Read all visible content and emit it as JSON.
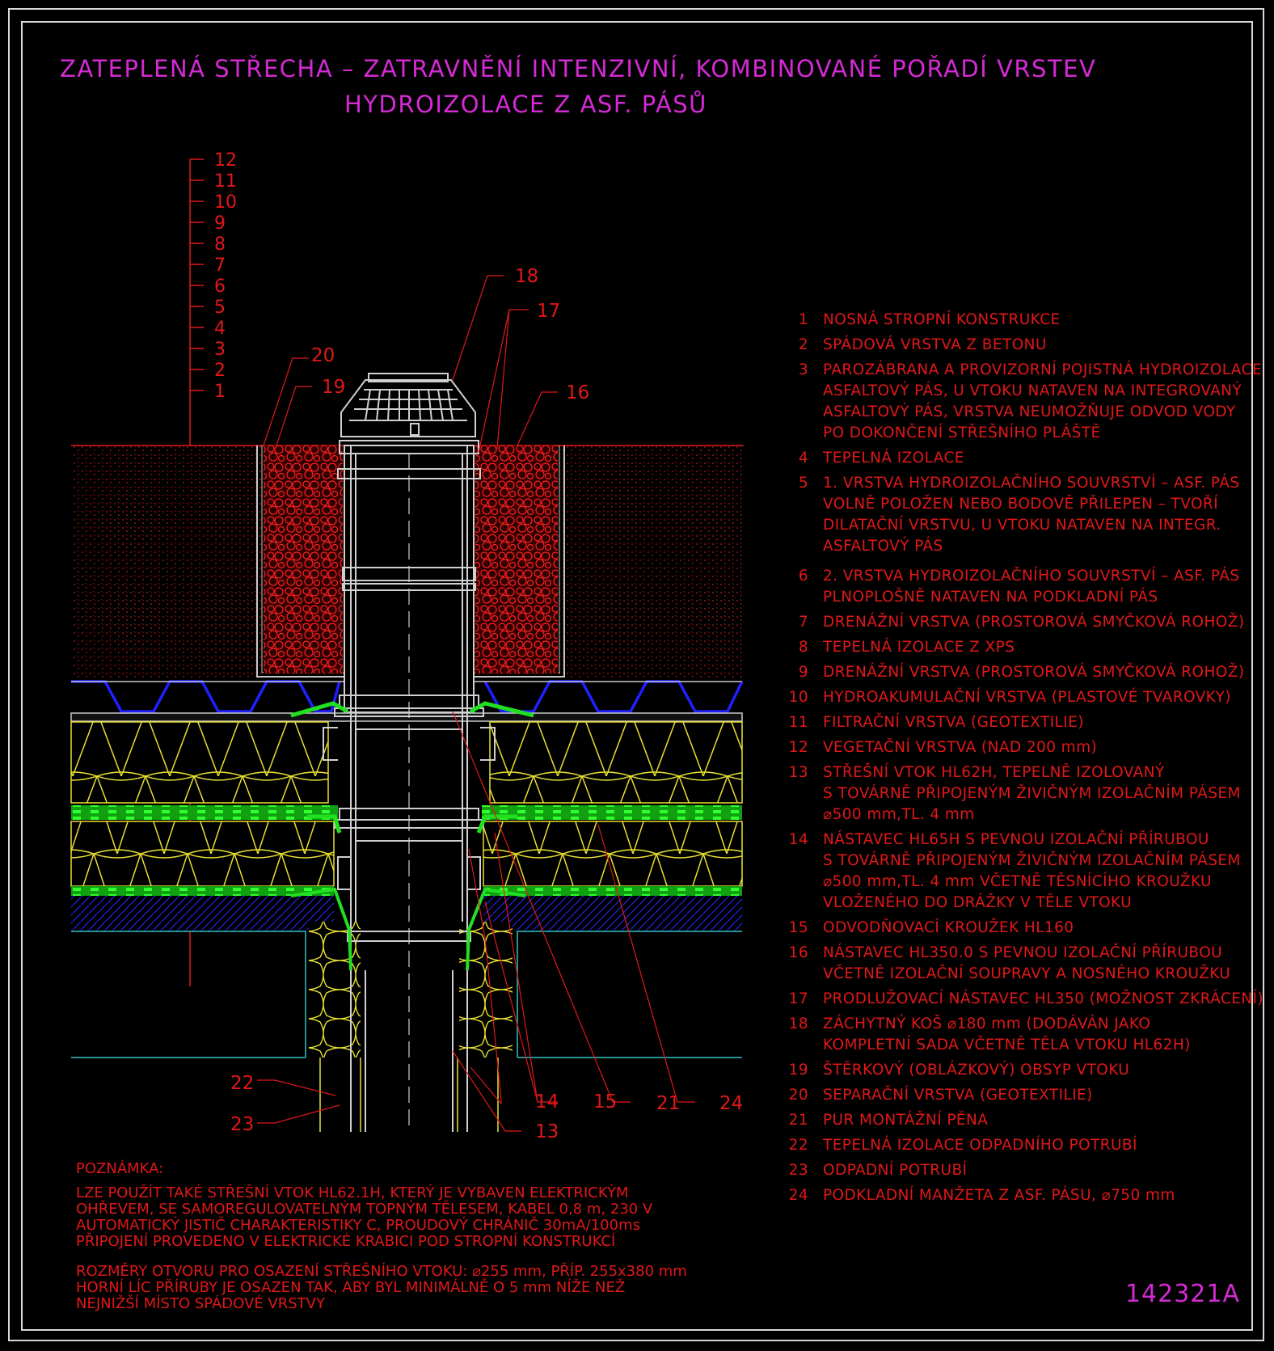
{
  "title_line1": "ZATEPLENÁ STŘECHA – ZATRAVNĚNÍ INTENZIVNÍ, KOMBINOVANÉ POŘADÍ VRSTEV",
  "title_line2": "HYDROIZOLACE Z ASF. PÁSŮ",
  "drawing_code": "142321A",
  "colors": {
    "title": "#d42ad4",
    "text": "#e01818",
    "frame": "#d8d8d8",
    "insulation": "#e8e030",
    "membrane": "#20e020",
    "drain_pipe": "#d0d0d0",
    "drainage_blue": "#2020ff",
    "cyan": "#30c0c0"
  },
  "scale_labels": [
    "12",
    "11",
    "10",
    "9",
    "8",
    "7",
    "6",
    "5",
    "4",
    "3",
    "2",
    "1"
  ],
  "callouts": {
    "c20": "20",
    "c19": "19",
    "c18": "18",
    "c17": "17",
    "c16": "16",
    "c22": "22",
    "c23": "23",
    "c14": "14",
    "c15": "15",
    "c21": "21",
    "c24": "24",
    "c13": "13"
  },
  "legend": [
    {
      "num": "1",
      "lines": [
        "NOSNÁ STROPNÍ KONSTRUKCE"
      ]
    },
    {
      "num": "2",
      "lines": [
        "SPÁDOVÁ VRSTVA Z BETONU"
      ]
    },
    {
      "num": "3",
      "lines": [
        "PAROZÁBRANA A PROVIZORNÍ POJISTNÁ HYDROIZOLACE",
        "ASFALTOVÝ PÁS, U VTOKU NATAVEN NA INTEGROVANÝ",
        "ASFALTOVÝ PÁS, VRSTVA NEUMOŽŇUJE ODVOD VODY",
        "PO DOKONČENÍ STŘEŠNÍHO PLÁŠTĚ"
      ]
    },
    {
      "num": "4",
      "lines": [
        "TEPELNÁ IZOLACE"
      ]
    },
    {
      "num": "5",
      "lines": [
        "1. VRSTVA HYDROIZOLAČNÍHO SOUVRSTVÍ – ASF. PÁS",
        "VOLNĚ POLOŽEN NEBO BODOVĚ PŘILEPEN – TVOŘÍ",
        "DILATAČNÍ VRSTVU, U VTOKU NATAVEN NA INTEGR.",
        "ASFALTOVÝ PÁS"
      ]
    },
    {
      "num": "6",
      "lines": [
        "2. VRSTVA HYDROIZOLAČNÍHO SOUVRSTVÍ – ASF. PÁS",
        "PLNOPLOŠNĚ NATAVEN NA PODKLADNÍ PÁS"
      ]
    },
    {
      "num": "7",
      "lines": [
        "DRENÁŽNÍ VRSTVA (PROSTOROVÁ SMYČKOVÁ ROHOŽ)"
      ]
    },
    {
      "num": "8",
      "lines": [
        "TEPELNÁ IZOLACE Z XPS"
      ]
    },
    {
      "num": "9",
      "lines": [
        "DRENÁŽNÍ VRSTVA (PROSTOROVÁ SMYČKOVÁ ROHOŽ)"
      ]
    },
    {
      "num": "10",
      "lines": [
        "HYDROAKUMULAČNÍ VRSTVA (PLASTOVÉ TVAROVKY)"
      ]
    },
    {
      "num": "11",
      "lines": [
        "FILTRAČNÍ VRSTVA (GEOTEXTILIE)"
      ]
    },
    {
      "num": "12",
      "lines": [
        "VEGETAČNÍ VRSTVA (NAD 200 mm)"
      ]
    },
    {
      "num": "13",
      "lines": [
        "STŘEŠNÍ VTOK HL62H, TEPELNĚ IZOLOVANÝ",
        "S TOVÁRNĚ PŘIPOJENÝM ŽIVIČNÝM IZOLAČNÍM PÁSEM",
        "⌀500 mm,TL. 4 mm"
      ]
    },
    {
      "num": "14",
      "lines": [
        "NÁSTAVEC HL65H S PEVNOU IZOLAČNÍ PŘÍRUBOU",
        "S TOVÁRNĚ PŘIPOJENÝM ŽIVIČNÝM IZOLAČNÍM PÁSEM",
        "⌀500 mm,TL. 4 mm VČETNĚ TĚSNÍCÍHO KROUŽKU",
        "VLOŽENÉHO DO DRÁŽKY V TĚLE VTOKU"
      ]
    },
    {
      "num": "15",
      "lines": [
        "ODVODŇOVACÍ KROUŽEK HL160"
      ]
    },
    {
      "num": "16",
      "lines": [
        "NÁSTAVEC HL350.0 S PEVNOU IZOLAČNÍ PŘÍRUBOU",
        "VČETNĚ IZOLAČNÍ SOUPRAVY A NOSNÉHO KROUŽKU"
      ]
    },
    {
      "num": "17",
      "lines": [
        "PRODLUŽOVACÍ NÁSTAVEC HL350 (MOŽNOST ZKRÁCENÍ)"
      ]
    },
    {
      "num": "18",
      "lines": [
        "ZÁCHYTNÝ KOŠ ⌀180 mm (DODÁVÁN JAKO",
        "KOMPLETNÍ SADA VČETNĚ TĚLA VTOKU HL62H)"
      ]
    },
    {
      "num": "19",
      "lines": [
        "ŠTĚRKOVÝ (OBLÁZKOVÝ) OBSYP VTOKU"
      ]
    },
    {
      "num": "20",
      "lines": [
        "SEPARAČNÍ VRSTVA (GEOTEXTILIE)"
      ]
    },
    {
      "num": "21",
      "lines": [
        "PUR MONTÁŽNÍ PĚNA"
      ]
    },
    {
      "num": "22",
      "lines": [
        "TEPELNÁ IZOLACE ODPADNÍHO POTRUBÍ"
      ]
    },
    {
      "num": "23",
      "lines": [
        "ODPADNÍ POTRUBÍ"
      ]
    },
    {
      "num": "24",
      "lines": [
        "PODKLADNÍ MANŽETA Z ASF. PÁSU, ⌀750 mm"
      ]
    }
  ],
  "note_heading": "POZNÁMKA:",
  "note_para1": [
    "LZE POUŽÍT TAKÉ STŘEŠNÍ VTOK HL62.1H, KTERÝ JE VYBAVEN ELEKTRICKÝM",
    "OHŘEVEM, SE SAMOREGULOVATELNÝM TOPNÝM TĚLESEM, KABEL 0,8 m, 230 V",
    "AUTOMATICKÝ JISTIČ CHARAKTERISTIKY C, PROUDOVÝ CHRÁNIČ 30mA/100ms",
    "PŘIPOJENÍ PROVEDENO V ELEKTRICKÉ KRABICI POD STROPNÍ KONSTRUKCÍ"
  ],
  "note_para2": [
    "ROZMĚRY OTVORU PRO OSAZENÍ STŘEŠNÍHO VTOKU: ⌀255 mm, PŘÍP. 255x380 mm",
    "HORNÍ LÍC PŘÍRUBY JE OSAZEN TAK, ABY BYL MINIMÁLNĚ O 5 mm NÍŽE NEŽ",
    "NEJNIŽŠÍ MÍSTO SPÁDOVÉ VRSTVY"
  ]
}
